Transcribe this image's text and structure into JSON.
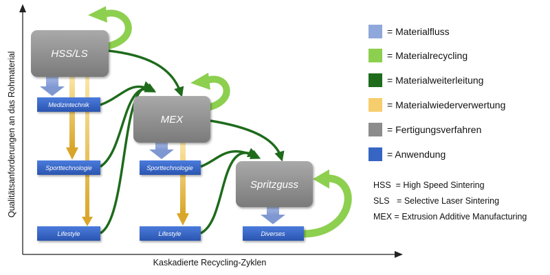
{
  "axes": {
    "y_label": "Qualitätsanforderungen an das Rohmaterial",
    "x_label": "Kaskadierte Recycling-Zyklen"
  },
  "processes": {
    "hss": "HSS/LS",
    "mex": "MEX",
    "spritzguss": "Spritzguss"
  },
  "applications": {
    "hss_1": "Medizintechnik",
    "hss_2": "Sporttechnologie",
    "hss_3": "Lifestyle",
    "mex_1": "Sporttechnologie",
    "mex_2": "Lifestyle",
    "sg_1": "Diverses"
  },
  "legend": [
    {
      "label": "= Materialfluss",
      "color": "#8FA7DA"
    },
    {
      "label": "= Materialrecycling",
      "color": "#8DCF4F"
    },
    {
      "label": "= Materialweiterleitung",
      "color": "#1E6B1C"
    },
    {
      "label": "= Materialwiederverwertung",
      "color": "#F7CE6E"
    },
    {
      "label": "= Fertigungsverfahren",
      "color": "#8C8C8C"
    },
    {
      "label": "= Anwendung",
      "color": "#3765C4"
    }
  ],
  "abbreviations": [
    "HSS  = High Speed Sintering",
    "SLS   = Selective Laser Sintering",
    "MEX = Extrusion Additive Manufacturing"
  ]
}
